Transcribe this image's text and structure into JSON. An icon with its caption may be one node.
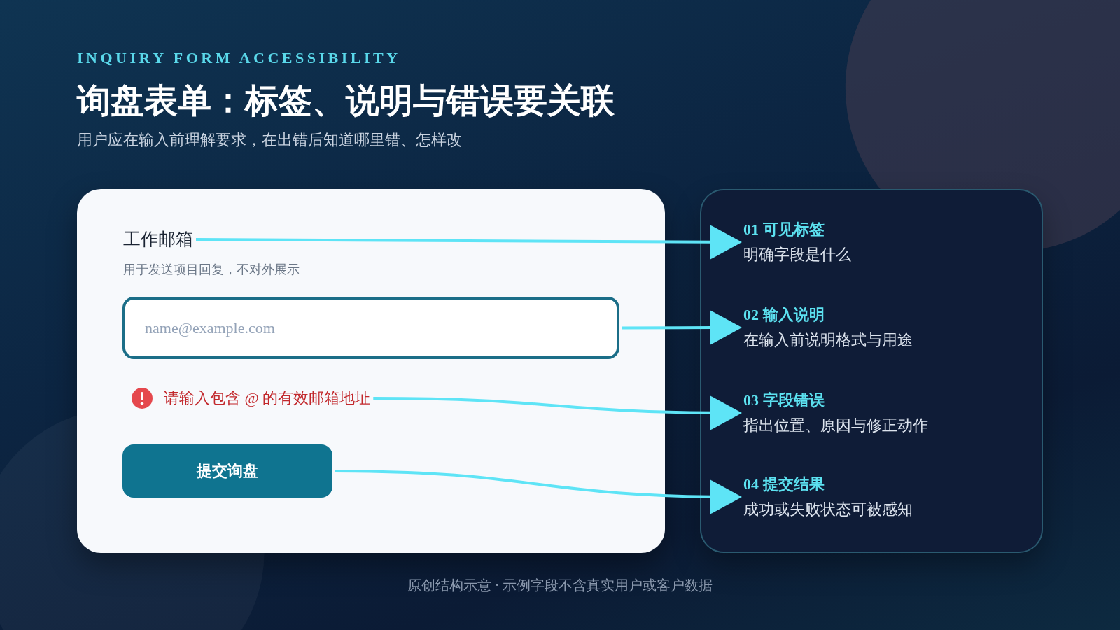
{
  "diagram": {
    "title": "询盘表单：标签、说明与错误要关联",
    "caption": "原创结构示意 · 示例字段不含真实用户或客户数据",
    "nodes": [
      {
        "text": [],
        "shape": "box"
      },
      {
        "text": [
          "工作邮箱"
        ],
        "in": 0
      },
      {
        "text": [
          "name@example.com"
        ],
        "in": 0
      },
      {
        "text": [
          "请输入包含 @ 的有效邮箱地址"
        ],
        "in": 0
      },
      {
        "text": [
          "提交询盘"
        ],
        "in": 0
      },
      {
        "text": [],
        "shape": "box"
      },
      {
        "text": [
          "01 可见标签",
          "明确字段是什么"
        ],
        "in": 5
      },
      {
        "text": [
          "02 输入说明",
          "在输入前说明格式与用途"
        ],
        "in": 5
      },
      {
        "text": [
          "03 字段错误",
          "指出位置、原因与修正动作"
        ],
        "in": 5
      },
      {
        "text": [
          "04 提交结果",
          "成功或失败状态可被感知"
        ],
        "in": 5
      }
    ],
    "edges": [
      {
        "from": 1,
        "to": 6,
        "arrow": "to"
      },
      {
        "from": 2,
        "to": 7,
        "arrow": "to"
      },
      {
        "from": 3,
        "to": 8,
        "arrow": "to"
      },
      {
        "from": 4,
        "to": 9,
        "arrow": "to"
      }
    ],
    "labels": [
      "INQUIRY FORM ACCESSIBILITY",
      "用户应在输入前理解要求，在出错后知道哪里错、怎样改",
      "用于发送项目回复，不对外展示"
    ]
  }
}
